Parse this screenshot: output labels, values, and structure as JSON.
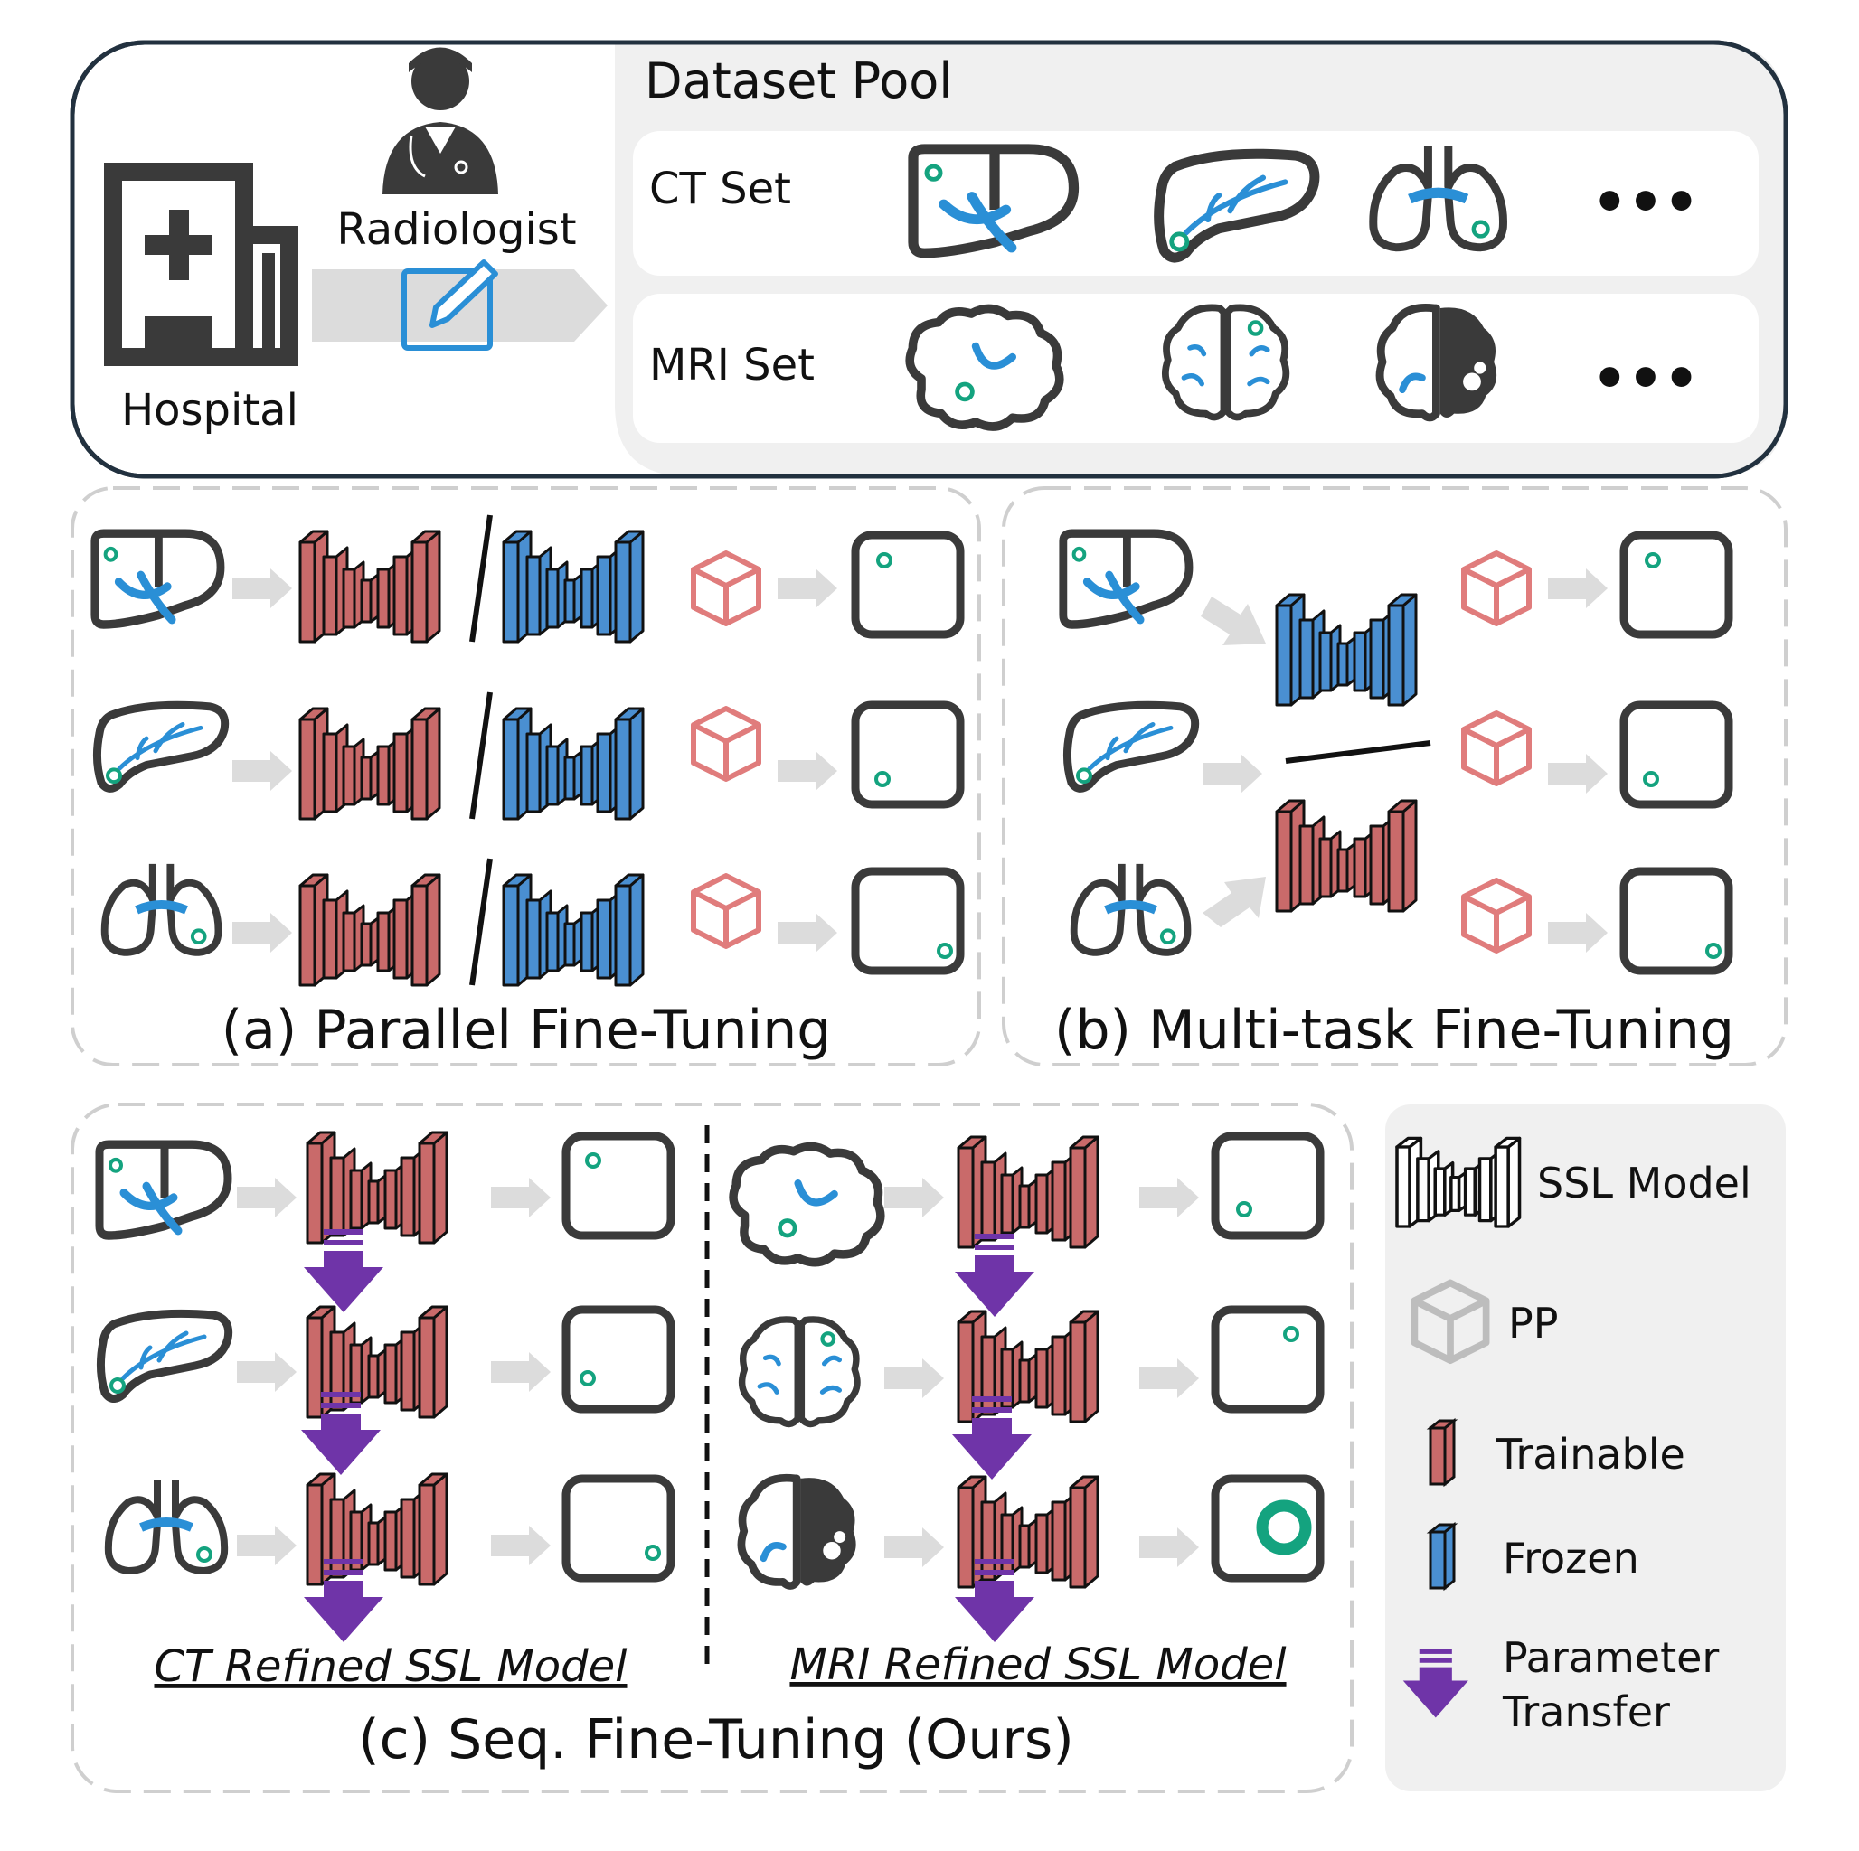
{
  "top": {
    "hospital_label": "Hospital",
    "radiologist_label": "Radiologist",
    "pool_title": "Dataset Pool",
    "ct_set_label": "CT Set",
    "mri_set_label": "MRI Set",
    "ellipsis": "•••"
  },
  "panels": {
    "a_title": "(a) Parallel Fine-Tuning",
    "b_title": "(b) Multi-task Fine-Tuning",
    "c_title": "(c) Seq. Fine-Tuning (Ours)",
    "c_ct_caption": "CT Refined SSL Model",
    "c_mri_caption": "MRI Refined SSL Model"
  },
  "legend": {
    "ssl_model": "SSL Model",
    "pp": "PP",
    "trainable": "Trainable",
    "frozen": "Frozen",
    "transfer_line1": "Parameter",
    "transfer_line2": "Transfer"
  },
  "colors": {
    "trainable": "#c96a6a",
    "frozen": "#4a8fd1",
    "accent_blue": "#2a8fd6",
    "target_green": "#14a37f",
    "transfer_purple": "#6f34a8",
    "pp_outline": "#e07c7c",
    "dark": "#3a3a3a"
  }
}
